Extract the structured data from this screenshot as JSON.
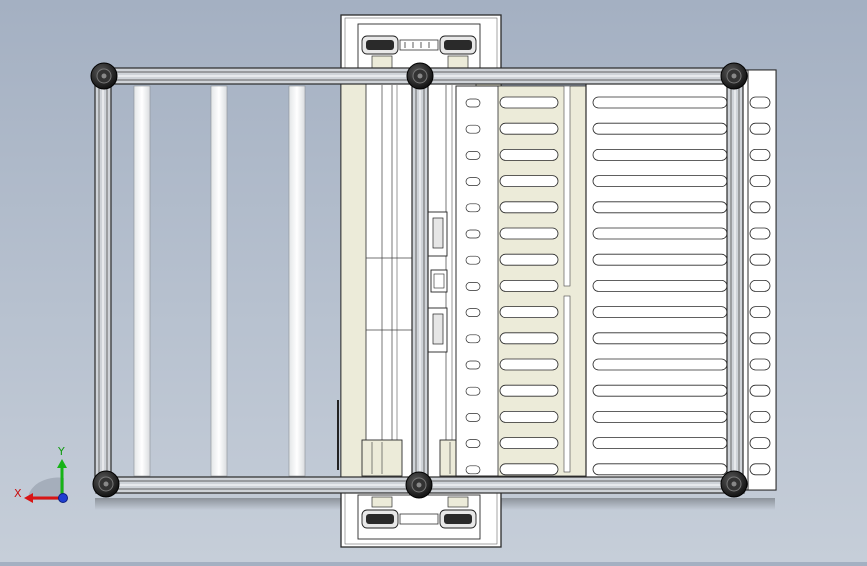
{
  "viewport": {
    "background_top": "#a4b0c2",
    "background_bottom": "#c6ced9"
  },
  "colors": {
    "frame_profile": "#cfd3d8",
    "frame_edge": "#2b2b2b",
    "panel_white": "#ffffff",
    "panel_cream": "#ecebd9",
    "knob": "#1a1a1a"
  },
  "triad": {
    "x_label": "X",
    "y_label": "Y",
    "x_color": "#d81414",
    "y_color": "#16b316",
    "z_color": "#1f3fd1",
    "x_icon": "axis-x-arrow-icon",
    "y_icon": "axis-y-arrow-icon",
    "z_icon": "axis-z-dot-icon"
  },
  "slats": {
    "count": 15
  }
}
